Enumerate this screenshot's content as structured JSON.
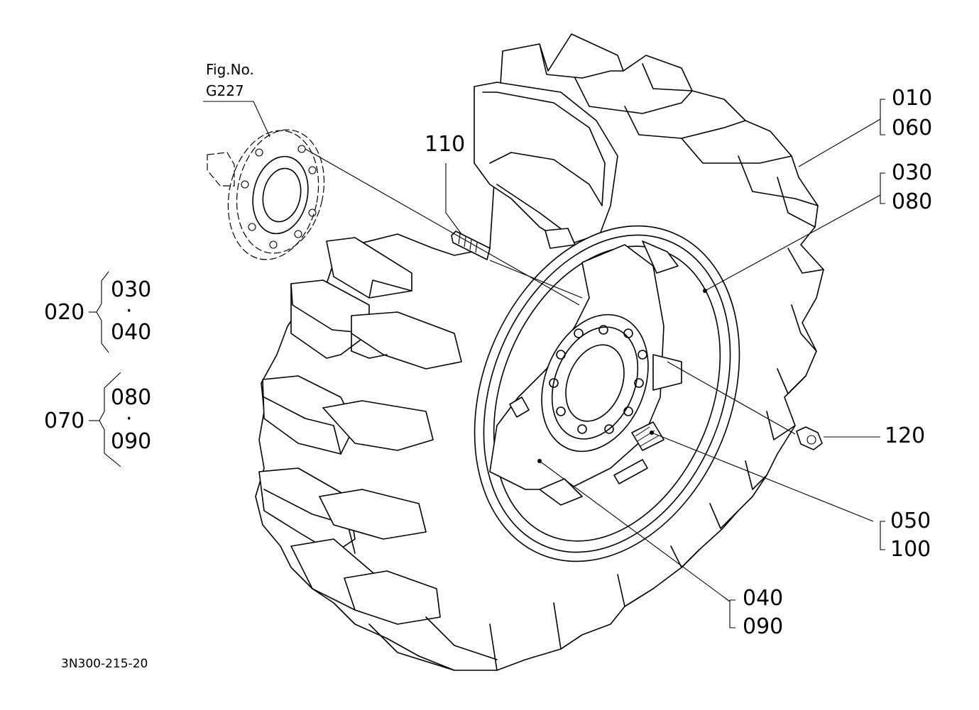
{
  "figure": {
    "fig_no_label": "Fig.No.",
    "fig_no_value": "G227",
    "drawing_code": "3N300-215-20"
  },
  "callouts": {
    "c010": "010",
    "c060": "060",
    "c030": "030",
    "c080": "080",
    "c110": "110",
    "c120": "120",
    "c050": "050",
    "c100": "100",
    "c040": "040",
    "c090": "090"
  },
  "assemblies": [
    {
      "parent": "020",
      "children": [
        "030",
        "040"
      ],
      "separator": "·"
    },
    {
      "parent": "070",
      "children": [
        "080",
        "090"
      ],
      "separator": "·"
    }
  ]
}
